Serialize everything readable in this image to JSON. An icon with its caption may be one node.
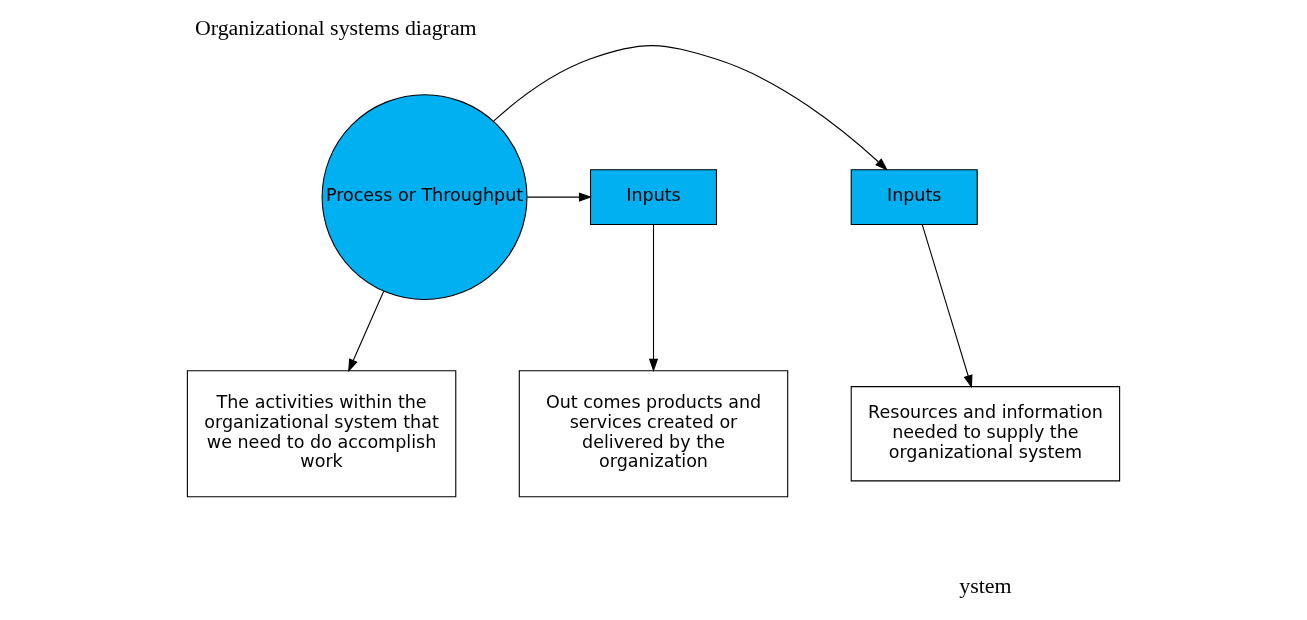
{
  "diagram": {
    "title": "Organizational systems diagram",
    "nodes": [
      {
        "text": [
          "Inputs"
        ]
      },
      {
        "text": [
          "Process or Throughput"
        ]
      },
      {
        "text": [
          "Inputs"
        ]
      },
      {
        "text": [
          "Resources and information needed to supply the organizational system"
        ]
      },
      {
        "text": [
          "The activities within the organizational system that we need to do accomplish work"
        ]
      },
      {
        "text": [
          "Out comes products and services created or delivered by the organization"
        ]
      }
    ],
    "edges": [
      {
        "from": 1,
        "to": 0,
        "arrow": "to"
      },
      {
        "from": 1,
        "to": 2,
        "arrow": "to"
      },
      {
        "from": 0,
        "to": 3,
        "arrow": "to"
      },
      {
        "from": 1,
        "to": 4,
        "arrow": "to"
      },
      {
        "from": 2,
        "to": 5,
        "arrow": "to"
      }
    ],
    "labels": [
      "ystem"
    ]
  }
}
